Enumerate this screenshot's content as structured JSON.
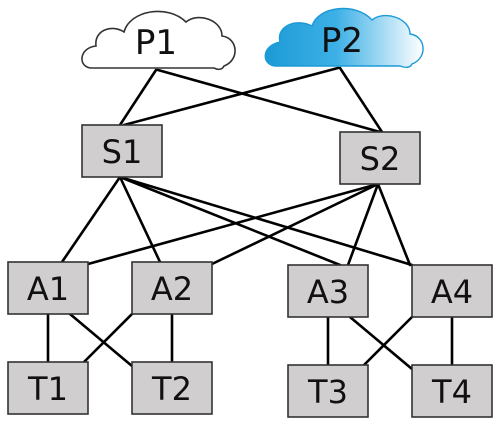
{
  "clouds": [
    {
      "id": "P1",
      "label": "P1",
      "style": "outline"
    },
    {
      "id": "P2",
      "label": "P2",
      "style": "blue-gradient"
    }
  ],
  "nodes": [
    {
      "id": "S1",
      "label": "S1",
      "tier": "spine"
    },
    {
      "id": "S2",
      "label": "S2",
      "tier": "spine"
    },
    {
      "id": "A1",
      "label": "A1",
      "tier": "aggregation"
    },
    {
      "id": "A2",
      "label": "A2",
      "tier": "aggregation"
    },
    {
      "id": "A3",
      "label": "A3",
      "tier": "aggregation"
    },
    {
      "id": "A4",
      "label": "A4",
      "tier": "aggregation"
    },
    {
      "id": "T1",
      "label": "T1",
      "tier": "access"
    },
    {
      "id": "T2",
      "label": "T2",
      "tier": "access"
    },
    {
      "id": "T3",
      "label": "T3",
      "tier": "access"
    },
    {
      "id": "T4",
      "label": "T4",
      "tier": "access"
    }
  ],
  "links": [
    [
      "P1",
      "S1"
    ],
    [
      "P1",
      "S2"
    ],
    [
      "P2",
      "S1"
    ],
    [
      "P2",
      "S2"
    ],
    [
      "S1",
      "A1"
    ],
    [
      "S1",
      "A2"
    ],
    [
      "S1",
      "A3"
    ],
    [
      "S1",
      "A4"
    ],
    [
      "S2",
      "A1"
    ],
    [
      "S2",
      "A2"
    ],
    [
      "S2",
      "A3"
    ],
    [
      "S2",
      "A4"
    ],
    [
      "A1",
      "T1"
    ],
    [
      "A1",
      "T2"
    ],
    [
      "A2",
      "T1"
    ],
    [
      "A2",
      "T2"
    ],
    [
      "A3",
      "T3"
    ],
    [
      "A3",
      "T4"
    ],
    [
      "A4",
      "T3"
    ],
    [
      "A4",
      "T4"
    ]
  ],
  "colors": {
    "box_fill": "#d0cece",
    "box_stroke": "#333333",
    "link": "#000000",
    "cloud_p1_fill": "#ffffff",
    "cloud_p2_fill_start": "#1c9ad6",
    "cloud_p2_fill_end": "#ffffff"
  }
}
